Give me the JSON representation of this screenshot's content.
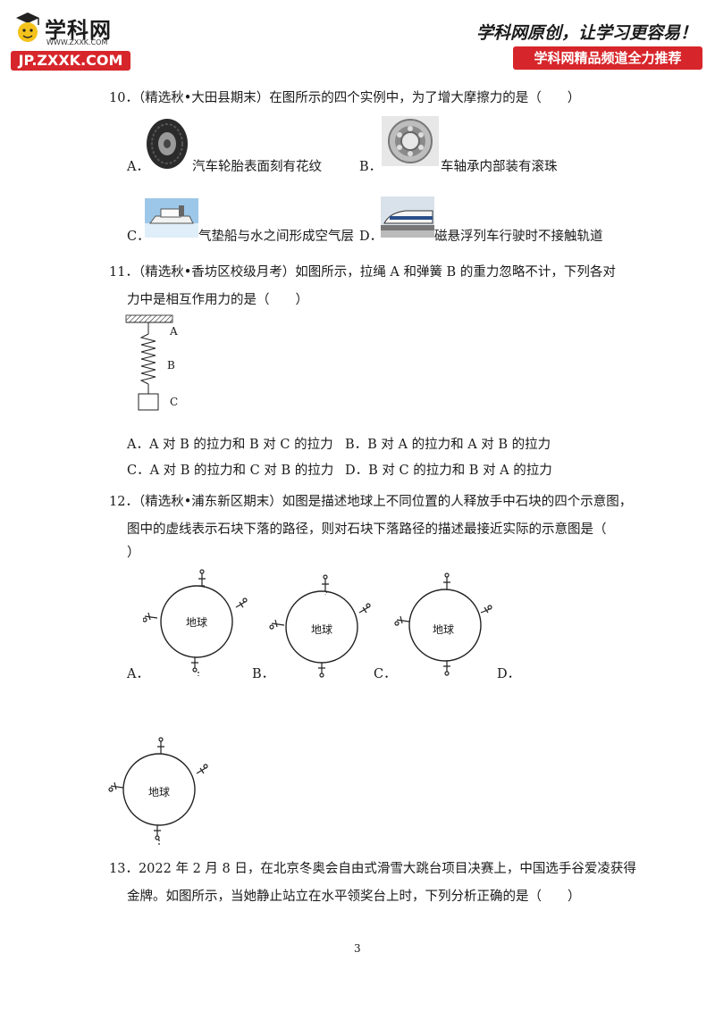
{
  "header": {
    "logo_text": "学科网",
    "logo_site": "WWW.ZXXK.COM",
    "left_badge": "JP.ZXXK.COM",
    "slogan": "学科网原创，让学习更容易！",
    "right_badge": "学科网精品频道全力推荐"
  },
  "q10": {
    "stem": "10．（精选秋•大田县期末）在图所示的四个实例中，为了增大摩擦力的是（　　）",
    "options": [
      {
        "letter": "A．",
        "text": "汽车轮胎表面刻有花纹"
      },
      {
        "letter": "B．",
        "text": "车轴承内部装有滚珠"
      },
      {
        "letter": "C．",
        "text": "气垫船与水之间形成空气层"
      },
      {
        "letter": "D．",
        "text": "磁悬浮列车行驶时不接触轨道"
      }
    ]
  },
  "q11": {
    "stem_line1": "11．（精选秋•香坊区校级月考）如图所示，拉绳 A 和弹簧 B 的重力忽略不计，下列各对",
    "stem_line2": "力中是相互作用力的是（　　）",
    "labels": {
      "a": "A",
      "b": "B",
      "c": "C"
    },
    "options": [
      "A．A 对 B 的拉力和 B 对 C 的拉力",
      "B．B 对 A 的拉力和 A 对 B 的拉力",
      "C．A 对 B 的拉力和 C 对 B 的拉力",
      "D．B 对 C 的拉力和 B 对 A 的拉力"
    ]
  },
  "q12": {
    "stem_line1": "12．（精选秋•浦东新区期末）如图是描述地球上不同位置的人释放手中石块的四个示意图，",
    "stem_line2": "图中的虚线表示石块下落的路径，则对石块下落路径的描述最接近实际的示意图是（",
    "stem_line3": "）",
    "earth_label": "地球",
    "letters": [
      "A．",
      "B．",
      "C．",
      "D．"
    ]
  },
  "q13": {
    "stem_line1": "13．2022 年 2 月 8 日，在北京冬奥会自由式滑雪大跳台项目决赛上，中国选手谷爱凌获得",
    "stem_line2": "金牌。如图所示，当她静止站立在水平领奖台上时，下列分析正确的是（　　）"
  },
  "page_number": "3"
}
